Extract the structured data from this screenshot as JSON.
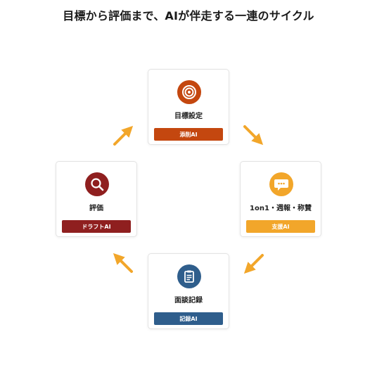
{
  "title": "目標から評価まで、AIが伴走する一連のサイクル",
  "nodes": [
    {
      "id": "goal",
      "label": "目標設定",
      "badge": "添削AI",
      "icon": "target-icon",
      "color": "#c4470f"
    },
    {
      "id": "oneon1",
      "label": "1on1・週報・称賛",
      "badge": "支援AI",
      "icon": "chat-bubble-icon",
      "color": "#f2a62a"
    },
    {
      "id": "record",
      "label": "面談記録",
      "badge": "記録AI",
      "icon": "clipboard-icon",
      "color": "#2f5e8c"
    },
    {
      "id": "eval",
      "label": "評価",
      "badge": "ドラフトAI",
      "icon": "magnifier-icon",
      "color": "#8f1f1f"
    }
  ],
  "arrow_color": "#f2a62a"
}
